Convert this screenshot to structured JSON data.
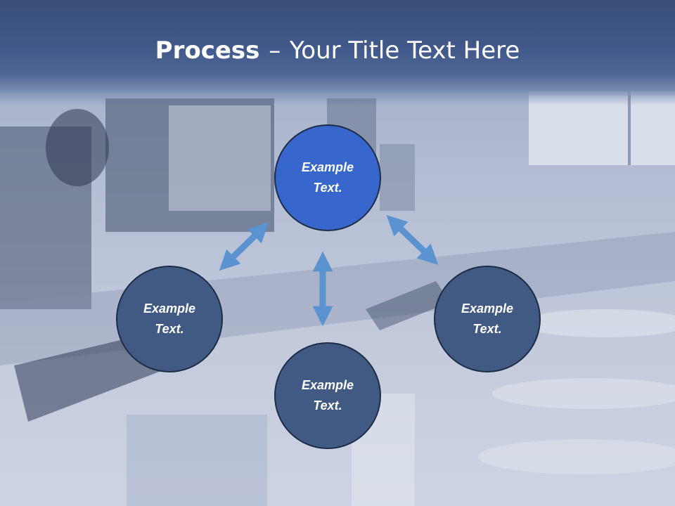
{
  "title": {
    "bold": "Process",
    "separator": "–",
    "rest": "Your Title Text Here"
  },
  "nodes": {
    "top": "Example\nText.",
    "left": "Example\nText.",
    "right": "Example\nText.",
    "bottom": "Example\nText."
  },
  "colors": {
    "header": "#41598a",
    "active_node": "#3766cc",
    "node": "#415a83",
    "node_border": "#1d2c47",
    "arrow": "#5b93d1"
  }
}
